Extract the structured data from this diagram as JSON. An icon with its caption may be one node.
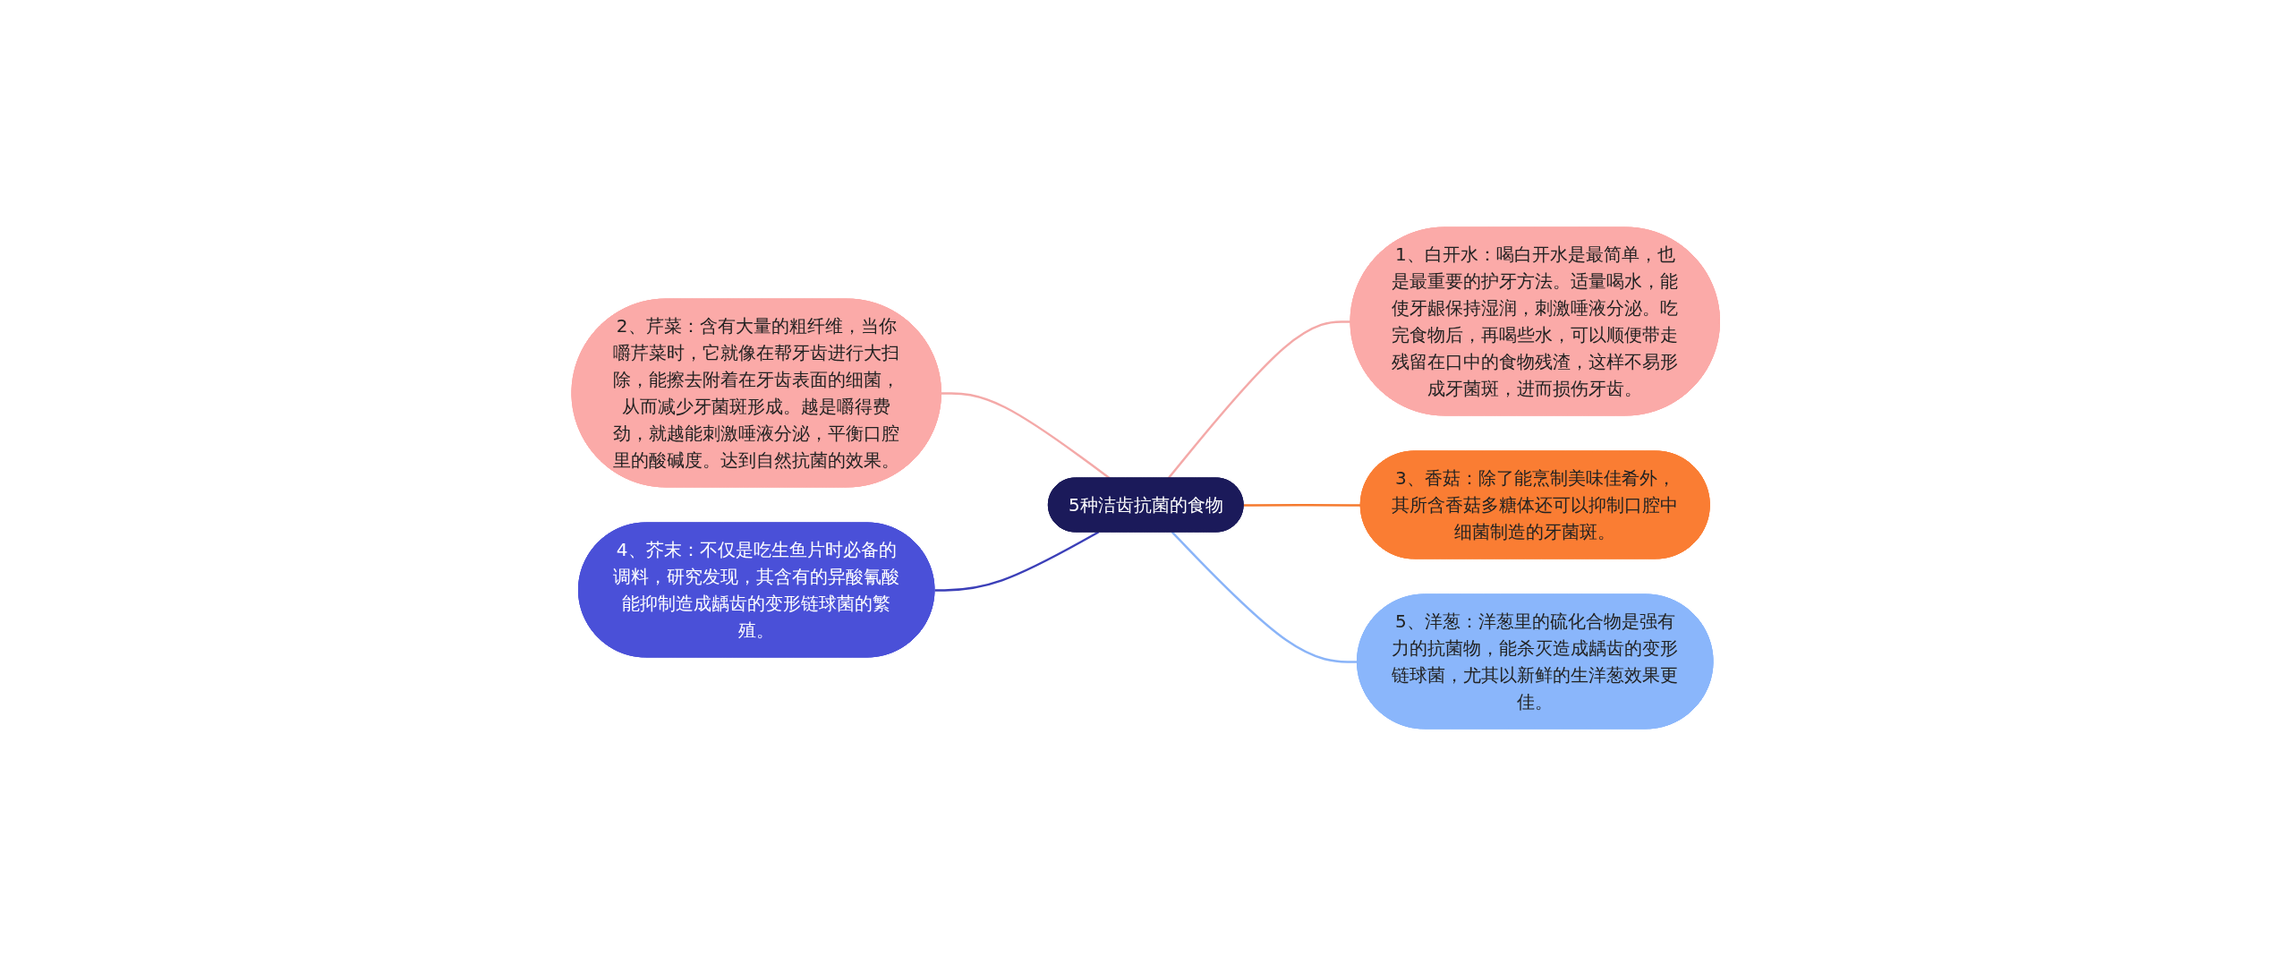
{
  "diagram": {
    "nodes": [
      {
        "text": [
          "5种洁齿抗菌的食物"
        ]
      },
      {
        "text": [
          "1、白开水：喝白开水是最简单，也是最重要的护牙方法。适量喝水，能使牙龈保持湿润，刺激唾液分泌。吃完食物后，再喝些水，可以顺便带走残留在口中的食物残渣，这样不易形成牙菌斑，进而损伤牙齿。"
        ]
      },
      {
        "text": [
          "2、芹菜：含有大量的粗纤维，当你嚼芹菜时，它就像在帮牙齿进行大扫除，能擦去附着在牙齿表面的细菌，从而减少牙菌斑形成。越是嚼得费劲，就越能刺激唾液分泌，平衡口腔里的酸碱度。达到自然抗菌的效果。"
        ]
      },
      {
        "text": [
          "3、香菇：除了能烹制美味佳肴外，其所含香菇多糖体还可以抑制口腔中细菌制造的牙菌斑。"
        ]
      },
      {
        "text": [
          "4、芥末：不仅是吃生鱼片时必备的调料，研究发现，其含有的异酸氰酸能抑制造成龋齿的变形链球菌的繁殖。"
        ]
      },
      {
        "text": [
          "5、洋葱：洋葱里的硫化合物是强有力的抗菌物，能杀灭造成龋齿的变形链球菌，尤其以新鲜的生洋葱效果更佳。"
        ]
      }
    ],
    "edges": [
      {
        "from": 0,
        "to": 1,
        "arrow": "none",
        "color": "#f4a9a8"
      },
      {
        "from": 0,
        "to": 2,
        "arrow": "none",
        "color": "#f4a9a8"
      },
      {
        "from": 0,
        "to": 3,
        "arrow": "none",
        "color": "#f57a2e"
      },
      {
        "from": 0,
        "to": 4,
        "arrow": "none",
        "color": "#3b3fb8"
      },
      {
        "from": 0,
        "to": 5,
        "arrow": "none",
        "color": "#8ab4f8"
      }
    ]
  }
}
